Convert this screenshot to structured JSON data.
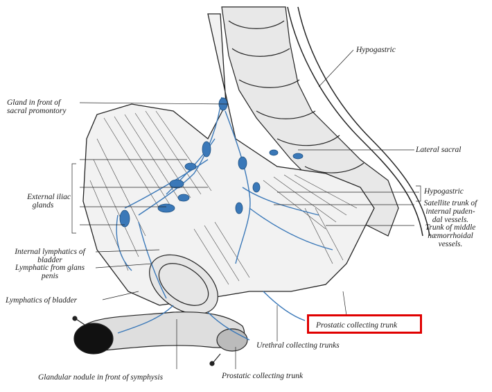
{
  "figure": {
    "labels": {
      "hypogastric_top": "Hypogastric",
      "gland_sacral": [
        "Gland in front of",
        "sacral promontory"
      ],
      "lateral_sacral": "Lateral sacral",
      "external_iliac": [
        "External iliac",
        "glands"
      ],
      "hypogastric_mid": "Hypogastric",
      "satellite_trunk": [
        "Satellite trunk of",
        "internal puden-",
        "dal vessels."
      ],
      "middle_haemorrhoidal": [
        "Trunk of middle",
        "hæmorrhoidal",
        "vessels."
      ],
      "internal_lymphatics": [
        "Internal lymphatics of",
        "bladder"
      ],
      "lymphatic_glans": [
        "Lymphatic from glans",
        "penis"
      ],
      "lymphatics_bladder": "Lymphatics of bladder",
      "prostatic_highlight": "Prostatic collecting trunk",
      "urethral_trunks": "Urethral collecting trunks",
      "glandular_nodule": "Glandular nodule in front of symphysis",
      "prostatic_bottom": "Prostatic collecting trunk"
    },
    "colors": {
      "ink": "#1a1a1a",
      "lymph_blue": "#3a78b8",
      "highlight": "#e00000"
    }
  }
}
